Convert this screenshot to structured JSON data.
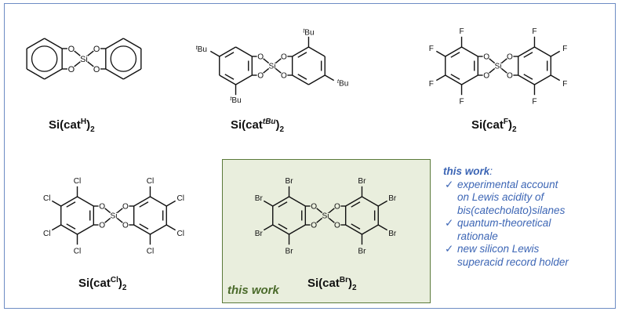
{
  "molecules": [
    {
      "id": "h",
      "prefix": "Si(cat",
      "sup": "H",
      "suffix": ")",
      "sub": "2",
      "subs": [
        "",
        "",
        "",
        "",
        "",
        "",
        "",
        ""
      ]
    },
    {
      "id": "tbu",
      "prefix": "Si(cat",
      "sup": "tBu",
      "suffix": ")",
      "sub": "2",
      "tbu": "Bu",
      "tbu_prefix": "t"
    },
    {
      "id": "f",
      "prefix": "Si(cat",
      "sup": "F",
      "suffix": ")",
      "sub": "2",
      "subs": [
        "F",
        "F",
        "F",
        "F",
        "F",
        "F",
        "F",
        "F"
      ]
    },
    {
      "id": "cl",
      "prefix": "Si(cat",
      "sup": "Cl",
      "suffix": ")",
      "sub": "2",
      "subs": [
        "Cl",
        "Cl",
        "Cl",
        "Cl",
        "Cl",
        "Cl",
        "Cl",
        "Cl"
      ]
    },
    {
      "id": "br",
      "prefix": "Si(cat",
      "sup": "Br",
      "suffix": ")",
      "sub": "2",
      "subs": [
        "Br",
        "Br",
        "Br",
        "Br",
        "Br",
        "Br",
        "Br",
        "Br"
      ]
    }
  ],
  "atoms": {
    "O": "O",
    "Si": "Si"
  },
  "highlight_label": "this work",
  "notes": {
    "title": "this work",
    "colon": ":",
    "check": "✓",
    "items": [
      [
        "experimental account",
        "on Lewis acidity of",
        "bis(catecholato)silanes"
      ],
      [
        "quantum-theoretical",
        "rationale"
      ],
      [
        "new silicon Lewis",
        "superacid record holder"
      ]
    ]
  }
}
